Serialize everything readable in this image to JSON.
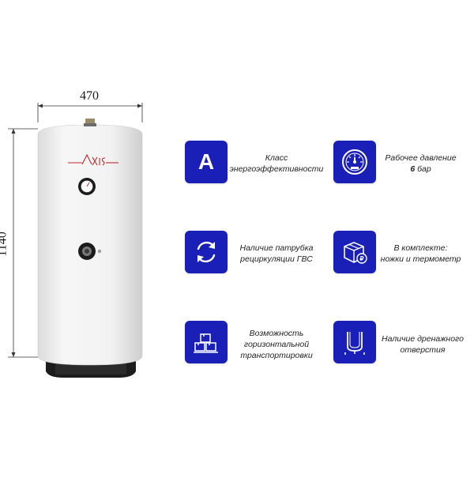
{
  "dimensions": {
    "width": "470",
    "height": "1140"
  },
  "brand": {
    "logo_text": "AXIS",
    "color": "#c0282d"
  },
  "colors": {
    "badge": "#1a1fb8",
    "tank": "#f2f2f2",
    "base": "#1c1c1c"
  },
  "features": [
    {
      "icon": "letter-a-icon",
      "line1": "Класс",
      "line2": "энергоэффективности",
      "badge_text": "A"
    },
    {
      "icon": "pressure-gauge-icon",
      "line1": "Рабочее давление",
      "line2_value": "6",
      "line2_unit": "бар"
    },
    {
      "icon": "recirculation-arrows-icon",
      "line1": "Наличие патрубка",
      "line2": "рециркуляции ГВС"
    },
    {
      "icon": "package-contents-icon",
      "line1": "В комплекте:",
      "line2": "ножки и термометр"
    },
    {
      "icon": "horizontal-transport-icon",
      "line1": "Возможность",
      "line2": "горизонтальной",
      "line3": "транспортировки"
    },
    {
      "icon": "drain-hole-icon",
      "line1": "Наличие дренажного",
      "line2": "отверстия"
    }
  ]
}
